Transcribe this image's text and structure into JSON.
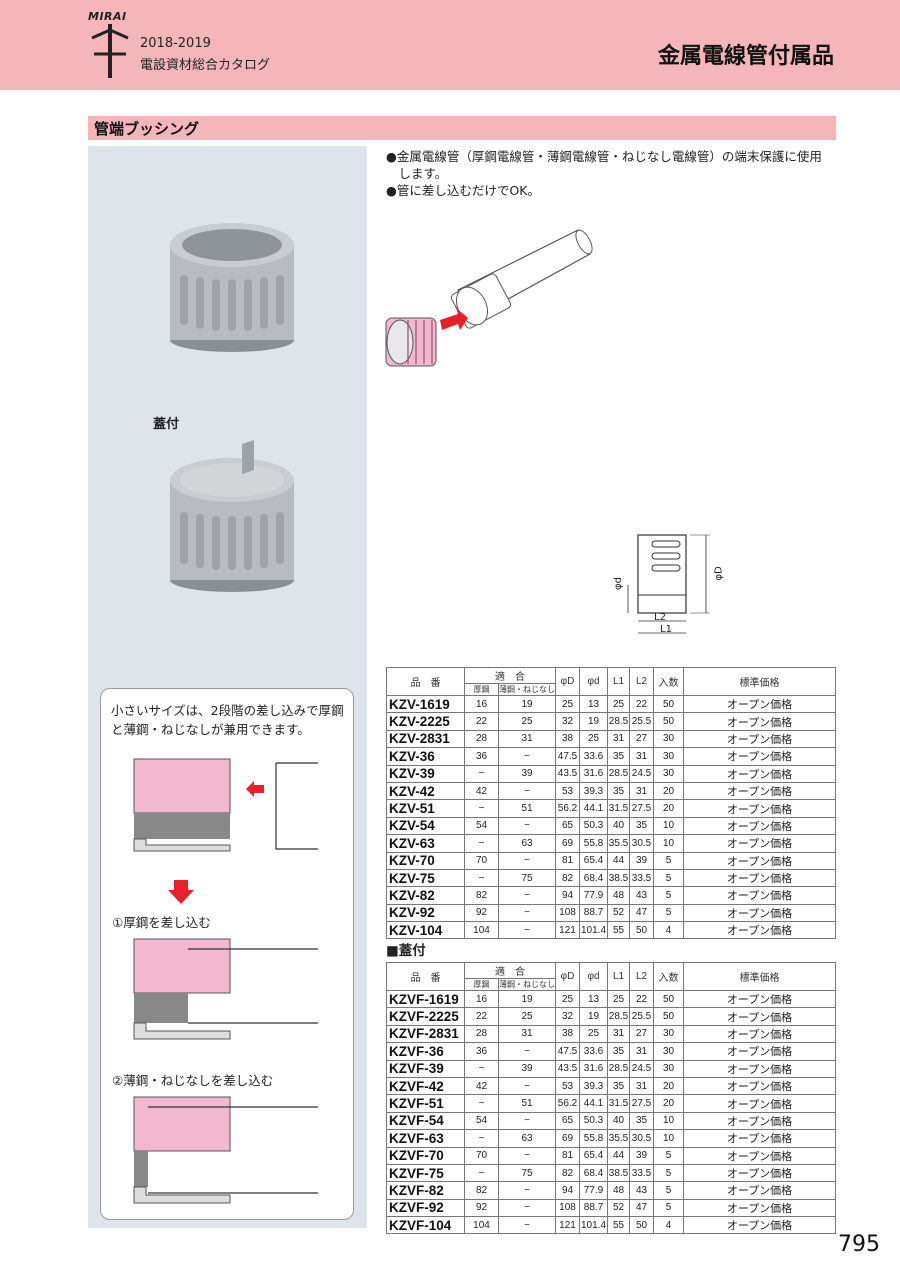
{
  "header": {
    "logo_text": "MIRAI",
    "catalog_year": "2018-2019",
    "catalog_title": "電設資材総合カタログ",
    "page_title": "金属電線管付属品"
  },
  "section": {
    "title": "管端ブッシング"
  },
  "description": [
    "●金属電線管（厚鋼電線管・薄鋼電線管・ねじなし電線管）の端末保護に使用",
    "　します。",
    "●管に差し込むだけでOK。"
  ],
  "lid_label": "蓋付",
  "dimension_labels": {
    "phi_d": "φd",
    "phi_D": "φD",
    "L2": "L2",
    "L1": "L1"
  },
  "note": {
    "text": "小さいサイズは、2段階の差し込みで厚鋼と薄鋼・ねじなしが兼用できます。",
    "step1": "①厚鋼を差し込む",
    "step2": "②薄鋼・ねじなしを差し込む"
  },
  "table_headers": {
    "code": "品　番",
    "fit": "適　合",
    "fit_thick": "厚鋼",
    "fit_thin": "薄鋼・ねじなし",
    "D": "φD",
    "d": "φd",
    "L1": "L1",
    "L2": "L2",
    "qty": "入数",
    "price": "標準価格"
  },
  "lid_heading": "■蓋付",
  "table1": [
    [
      "KZV-1619",
      "16",
      "19",
      "25",
      "13",
      "25",
      "22",
      "50",
      "オープン価格"
    ],
    [
      "KZV-2225",
      "22",
      "25",
      "32",
      "19",
      "28.5",
      "25.5",
      "50",
      "オープン価格"
    ],
    [
      "KZV-2831",
      "28",
      "31",
      "38",
      "25",
      "31",
      "27",
      "30",
      "オープン価格"
    ],
    [
      "KZV-36",
      "36",
      "−",
      "47.5",
      "33.6",
      "35",
      "31",
      "30",
      "オープン価格"
    ],
    [
      "KZV-39",
      "−",
      "39",
      "43.5",
      "31.6",
      "28.5",
      "24.5",
      "30",
      "オープン価格"
    ],
    [
      "KZV-42",
      "42",
      "−",
      "53",
      "39.3",
      "35",
      "31",
      "20",
      "オープン価格"
    ],
    [
      "KZV-51",
      "−",
      "51",
      "56.2",
      "44.1",
      "31.5",
      "27.5",
      "20",
      "オープン価格"
    ],
    [
      "KZV-54",
      "54",
      "−",
      "65",
      "50.3",
      "40",
      "35",
      "10",
      "オープン価格"
    ],
    [
      "KZV-63",
      "−",
      "63",
      "69",
      "55.8",
      "35.5",
      "30.5",
      "10",
      "オープン価格"
    ],
    [
      "KZV-70",
      "70",
      "−",
      "81",
      "65.4",
      "44",
      "39",
      "5",
      "オープン価格"
    ],
    [
      "KZV-75",
      "−",
      "75",
      "82",
      "68.4",
      "38.5",
      "33.5",
      "5",
      "オープン価格"
    ],
    [
      "KZV-82",
      "82",
      "−",
      "94",
      "77.9",
      "48",
      "43",
      "5",
      "オープン価格"
    ],
    [
      "KZV-92",
      "92",
      "−",
      "108",
      "88.7",
      "52",
      "47",
      "5",
      "オープン価格"
    ],
    [
      "KZV-104",
      "104",
      "−",
      "121",
      "101.4",
      "55",
      "50",
      "4",
      "オープン価格"
    ]
  ],
  "table2": [
    [
      "KZVF-1619",
      "16",
      "19",
      "25",
      "13",
      "25",
      "22",
      "50",
      "オープン価格"
    ],
    [
      "KZVF-2225",
      "22",
      "25",
      "32",
      "19",
      "28.5",
      "25.5",
      "50",
      "オープン価格"
    ],
    [
      "KZVF-2831",
      "28",
      "31",
      "38",
      "25",
      "31",
      "27",
      "30",
      "オープン価格"
    ],
    [
      "KZVF-36",
      "36",
      "−",
      "47.5",
      "33.6",
      "35",
      "31",
      "30",
      "オープン価格"
    ],
    [
      "KZVF-39",
      "−",
      "39",
      "43.5",
      "31.6",
      "28.5",
      "24.5",
      "30",
      "オープン価格"
    ],
    [
      "KZVF-42",
      "42",
      "−",
      "53",
      "39.3",
      "35",
      "31",
      "20",
      "オープン価格"
    ],
    [
      "KZVF-51",
      "−",
      "51",
      "56.2",
      "44.1",
      "31.5",
      "27.5",
      "20",
      "オープン価格"
    ],
    [
      "KZVF-54",
      "54",
      "−",
      "65",
      "50.3",
      "40",
      "35",
      "10",
      "オープン価格"
    ],
    [
      "KZVF-63",
      "−",
      "63",
      "69",
      "55.8",
      "35.5",
      "30.5",
      "10",
      "オープン価格"
    ],
    [
      "KZVF-70",
      "70",
      "−",
      "81",
      "65.4",
      "44",
      "39",
      "5",
      "オープン価格"
    ],
    [
      "KZVF-75",
      "−",
      "75",
      "82",
      "68.4",
      "38.5",
      "33.5",
      "5",
      "オープン価格"
    ],
    [
      "KZVF-82",
      "82",
      "−",
      "94",
      "77.9",
      "48",
      "43",
      "5",
      "オープン価格"
    ],
    [
      "KZVF-92",
      "92",
      "−",
      "108",
      "88.7",
      "52",
      "47",
      "5",
      "オープン価格"
    ],
    [
      "KZVF-104",
      "104",
      "−",
      "121",
      "101.4",
      "55",
      "50",
      "4",
      "オープン価格"
    ]
  ],
  "page_number": "795",
  "colors": {
    "header_pink": "#f4b6b9",
    "panel_gray": "#dfe4ea",
    "accent_red": "#e8202a",
    "bushing_pink": "#f2b8cf"
  }
}
